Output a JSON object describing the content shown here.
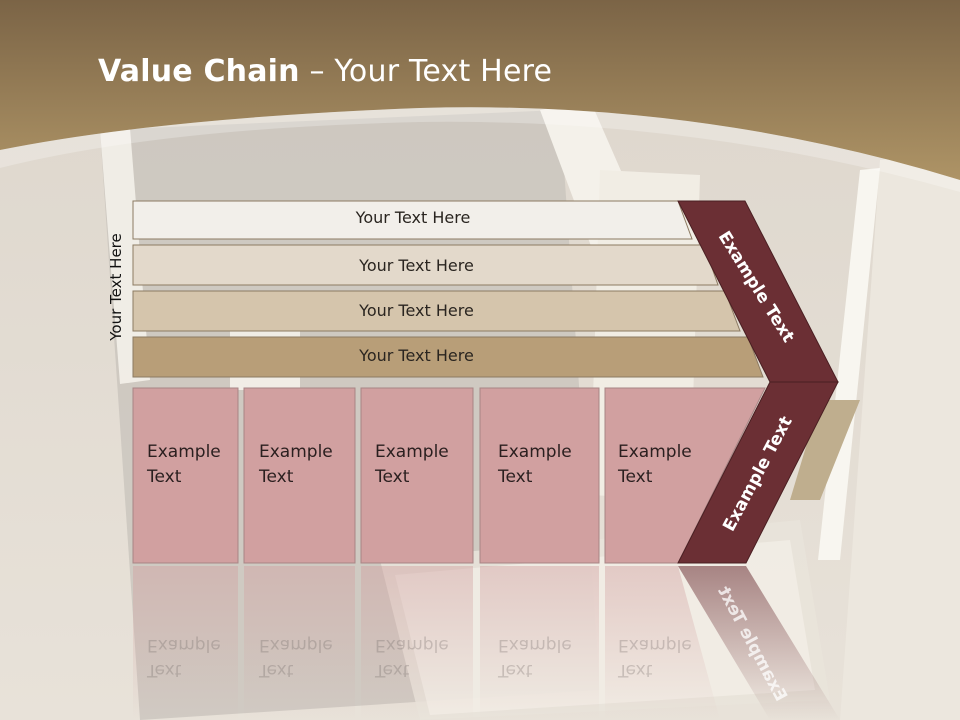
{
  "slide": {
    "title_bold": "Value Chain",
    "title_rest": " – Your Text Here",
    "side_label": "Your Text Here"
  },
  "rows": [
    {
      "label": "Your Text Here",
      "color": "#f2efea"
    },
    {
      "label": "Your Text Here",
      "color": "#e3d9cb"
    },
    {
      "label": "Your Text Here",
      "color": "#d5c5ac"
    },
    {
      "label": "Your Text Here",
      "color": "#b89e78"
    }
  ],
  "boxes": [
    {
      "line1": "Example",
      "line2": "Text"
    },
    {
      "line1": "Example",
      "line2": "Text"
    },
    {
      "line1": "Example",
      "line2": "Text"
    },
    {
      "line1": "Example",
      "line2": "Text"
    },
    {
      "line1": "Example",
      "line2": "Text"
    }
  ],
  "chevron": {
    "upper_label": "Example Text",
    "lower_label": "Example Text",
    "color": "#6b2f34"
  },
  "colors": {
    "header_band": "#a58c62",
    "box_fill": "#d1a0a0",
    "background": "#e2dcd3"
  }
}
